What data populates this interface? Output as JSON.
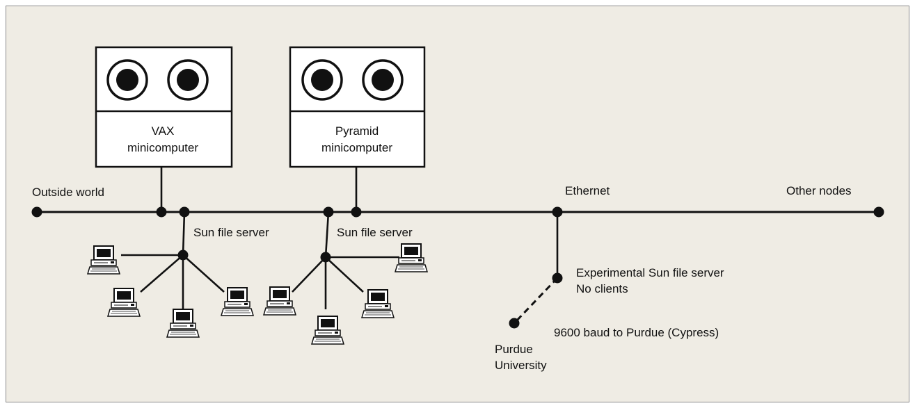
{
  "minicomputers": [
    {
      "line1": "VAX",
      "line2": "minicomputer"
    },
    {
      "line1": "Pyramid",
      "line2": "minicomputer"
    }
  ],
  "labels": {
    "outside_world": "Outside world",
    "ethernet": "Ethernet",
    "other_nodes": "Other nodes",
    "sun_file_server_1": "Sun file server",
    "sun_file_server_2": "Sun file server",
    "experimental_server_line1": "Experimental Sun file server",
    "experimental_server_line2": "No clients",
    "baud_link": "9600 baud to Purdue (Cypress)",
    "purdue_line1": "Purdue",
    "purdue_line2": "University"
  },
  "colors": {
    "background": "#efece4",
    "ink": "#111111",
    "box_fill": "#ffffff"
  },
  "icons": {
    "disk_drive": "disk-drive-icon",
    "workstation": "workstation-icon"
  }
}
